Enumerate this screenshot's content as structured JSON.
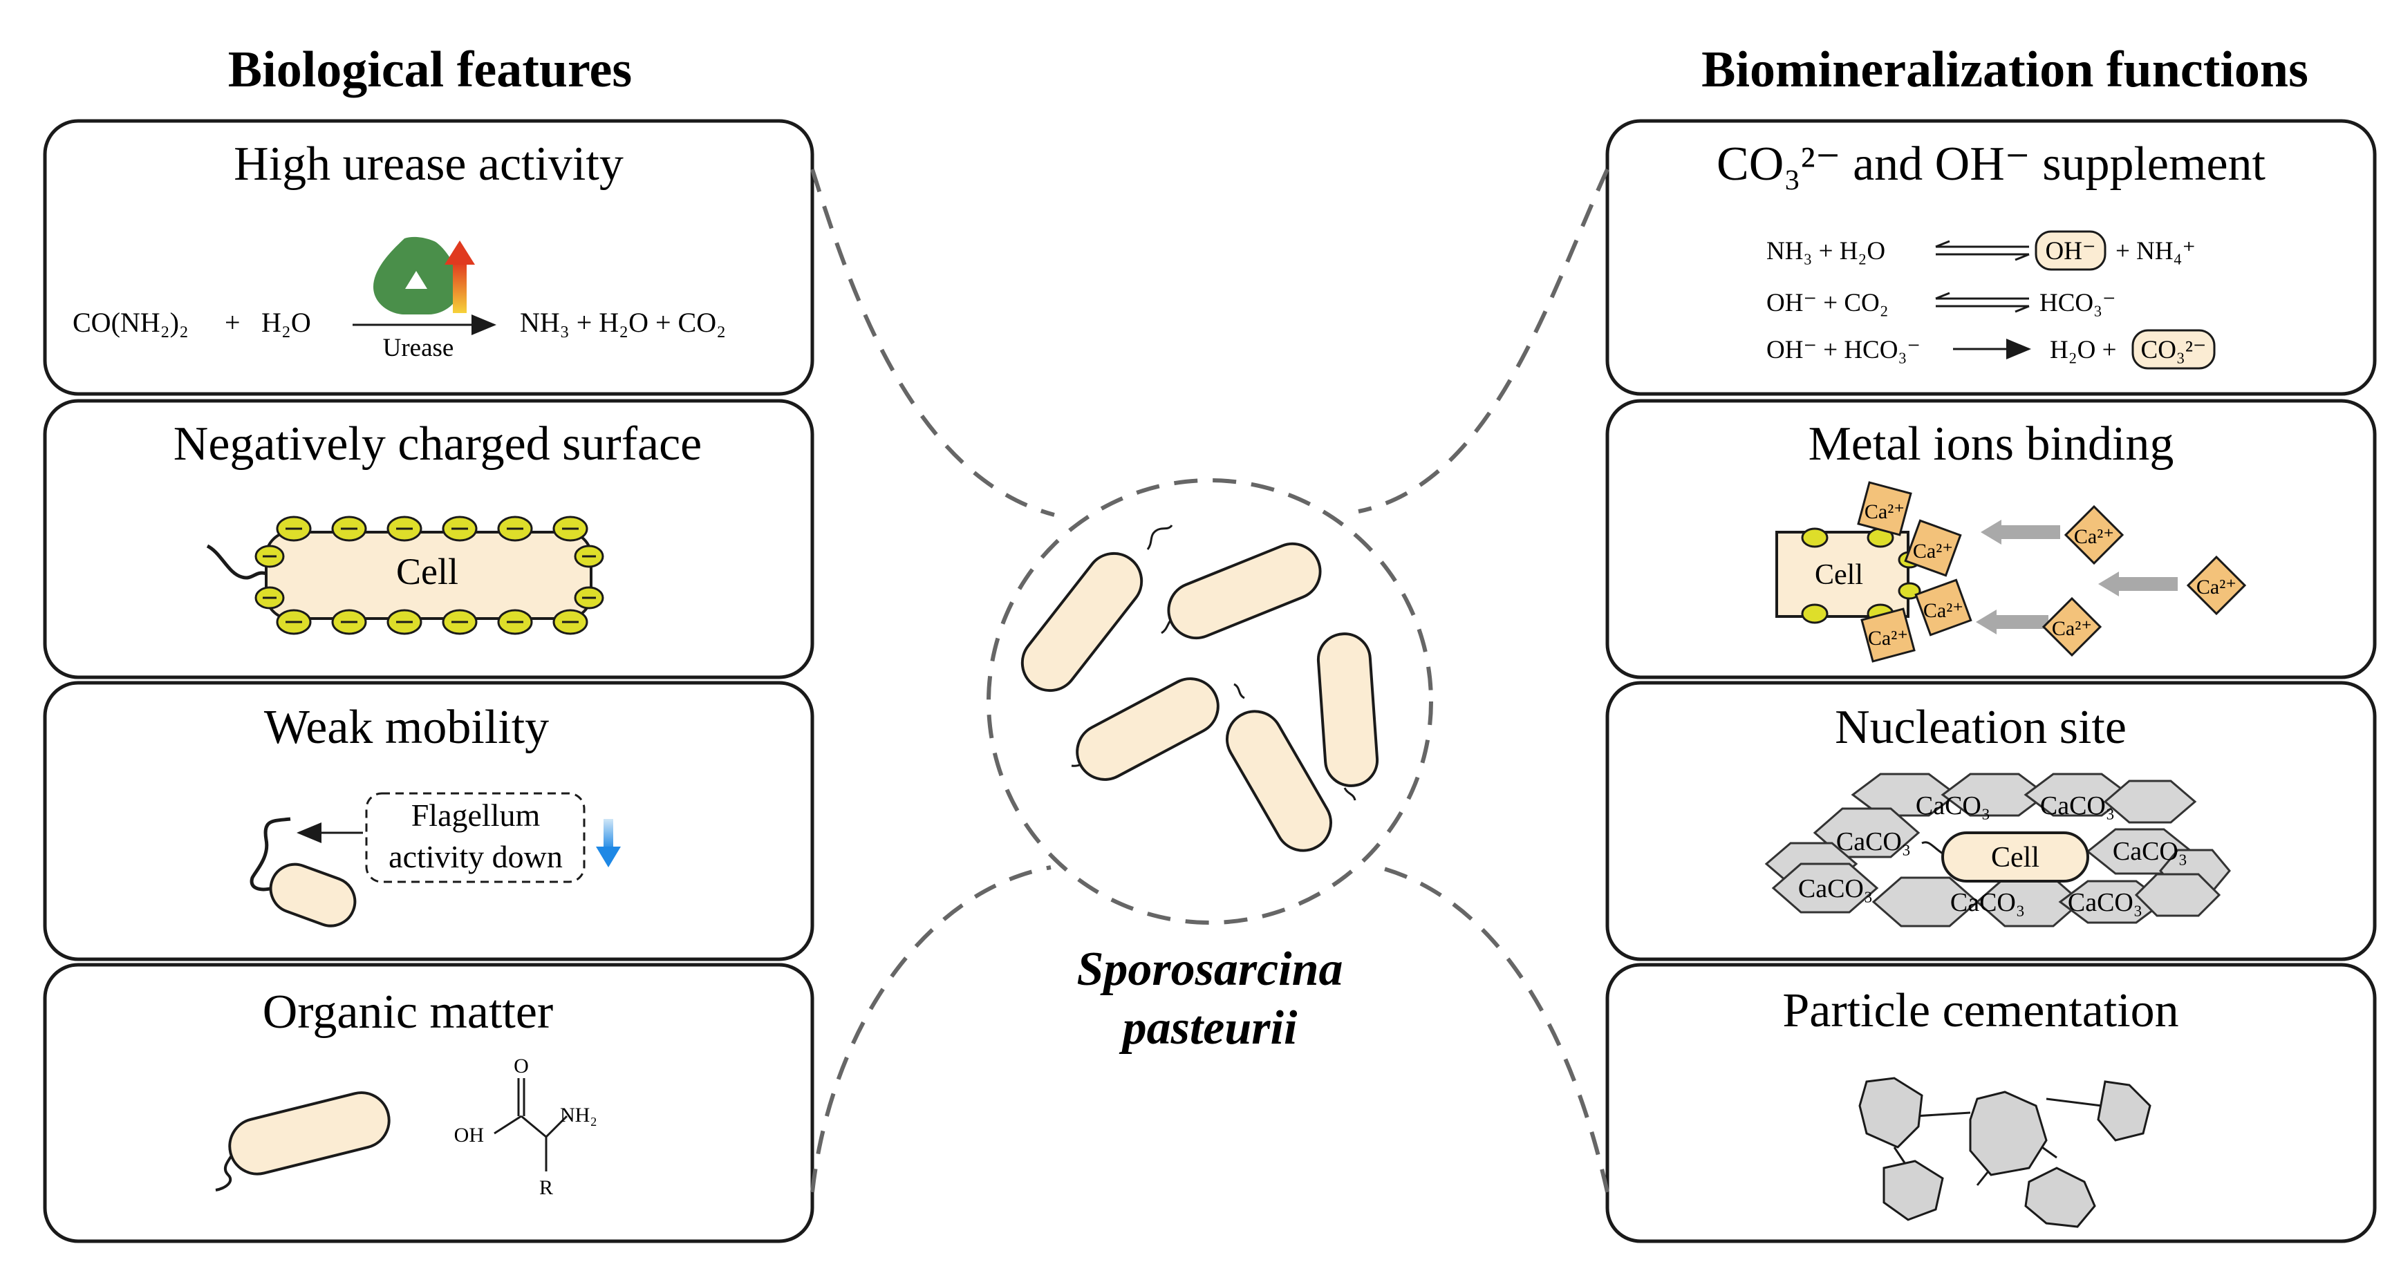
{
  "headers": {
    "left": "Biological features",
    "right": "Biomineralization functions"
  },
  "center": {
    "species_line1": "Sporosarcina",
    "species_line2": "pasteurii"
  },
  "left_panels": {
    "urease": {
      "title": "High urease activity",
      "reactant1": "CO(NH₂)₂",
      "plus1": "+",
      "reactant2": "H₂O",
      "enzyme": "Urease",
      "products": "NH₃  +  H₂O  + CO₂"
    },
    "surface": {
      "title": "Negatively charged surface",
      "cell_label": "Cell"
    },
    "mobility": {
      "title": "Weak mobility",
      "box_line1": "Flagellum",
      "box_line2": "activity down"
    },
    "organic": {
      "title": "Organic matter",
      "atom_o": "O",
      "atom_nh2": "NH₂",
      "atom_oh": "OH",
      "atom_r": "R"
    }
  },
  "right_panels": {
    "supplement": {
      "title": "CO₃²⁻ and OH⁻ supplement",
      "r1_left": "NH₃  +  H₂O",
      "r1_hl": "OH⁻",
      "r1_right": "+  NH₄⁺",
      "r2_left": "OH⁻  +  CO₂",
      "r2_right": "HCO₃⁻",
      "r3_left": "OH⁻  + HCO₃⁻",
      "r3_mid": "H₂O +",
      "r3_hl": "CO₃²⁻"
    },
    "binding": {
      "title": "Metal ions binding",
      "cell_label": "Cell",
      "ion_label": "Ca²⁺"
    },
    "nucleation": {
      "title": "Nucleation site",
      "cell_label": "Cell",
      "crystal_label": "CaCO₃"
    },
    "cementation": {
      "title": "Particle cementation"
    }
  },
  "colors": {
    "cell_fill": "#fbecd3",
    "charge": "#dede2a",
    "urease_enzyme": "#4a8f4a",
    "calcium": "#f3c27a",
    "arrow_gray": "#a9a9a9",
    "crystal_gray": "#d6d6d6",
    "down_arrow": "#1e88e5"
  },
  "icons": [
    "urease-enzyme-icon",
    "up-arrow-icon",
    "down-arrow-icon",
    "flagellum-icon"
  ]
}
